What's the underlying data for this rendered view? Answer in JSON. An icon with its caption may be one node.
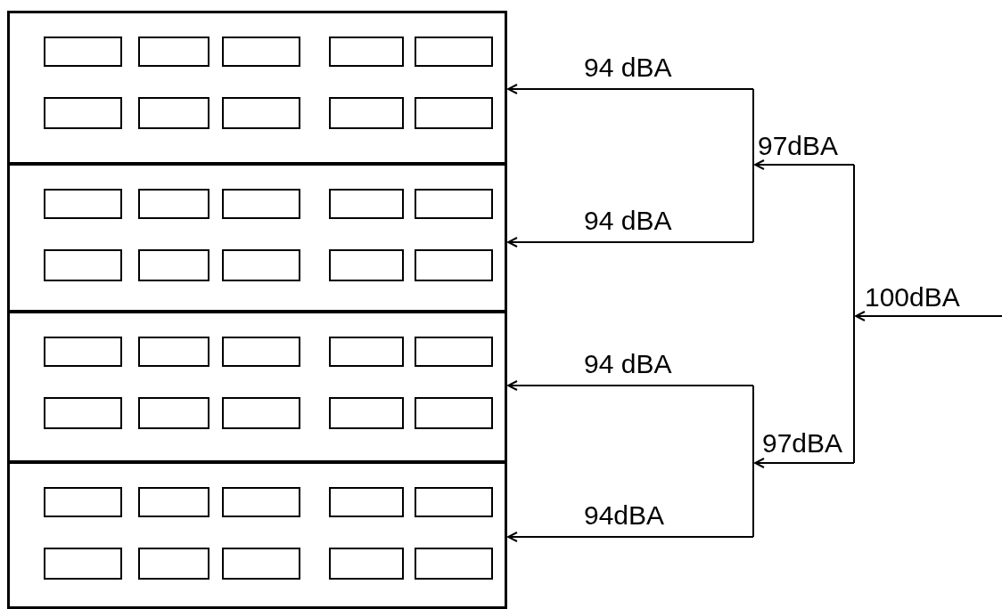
{
  "diagram": {
    "nodes": [
      {
        "text": [],
        "shape": "box"
      },
      {
        "text": [],
        "shape": "box"
      },
      {
        "text": [],
        "shape": "box"
      },
      {
        "text": [],
        "shape": "box"
      },
      {
        "text": [],
        "shape": "box",
        "in": 0
      },
      {
        "text": [],
        "shape": "box",
        "in": 0
      },
      {
        "text": [],
        "shape": "box",
        "in": 0
      },
      {
        "text": [],
        "shape": "box",
        "in": 0
      },
      {
        "text": [],
        "shape": "box",
        "in": 0
      },
      {
        "text": [],
        "shape": "box",
        "in": 0
      },
      {
        "text": [],
        "shape": "box",
        "in": 0
      },
      {
        "text": [],
        "shape": "box",
        "in": 0
      },
      {
        "text": [],
        "shape": "box",
        "in": 0
      },
      {
        "text": [],
        "shape": "box",
        "in": 0
      },
      {
        "text": [],
        "shape": "box",
        "in": 1
      },
      {
        "text": [],
        "shape": "box",
        "in": 1
      },
      {
        "text": [],
        "shape": "box",
        "in": 1
      },
      {
        "text": [],
        "shape": "box",
        "in": 1
      },
      {
        "text": [],
        "shape": "box",
        "in": 1
      },
      {
        "text": [],
        "shape": "box",
        "in": 1
      },
      {
        "text": [],
        "shape": "box",
        "in": 1
      },
      {
        "text": [],
        "shape": "box",
        "in": 1
      },
      {
        "text": [],
        "shape": "box",
        "in": 1
      },
      {
        "text": [],
        "shape": "box",
        "in": 1
      },
      {
        "text": [],
        "shape": "box",
        "in": 2
      },
      {
        "text": [],
        "shape": "box",
        "in": 2
      },
      {
        "text": [],
        "shape": "box",
        "in": 2
      },
      {
        "text": [],
        "shape": "box",
        "in": 2
      },
      {
        "text": [],
        "shape": "box",
        "in": 2
      },
      {
        "text": [],
        "shape": "box",
        "in": 2
      },
      {
        "text": [],
        "shape": "box",
        "in": 2
      },
      {
        "text": [],
        "shape": "box",
        "in": 2
      },
      {
        "text": [],
        "shape": "box",
        "in": 2
      },
      {
        "text": [],
        "shape": "box",
        "in": 2
      },
      {
        "text": [],
        "shape": "box",
        "in": 3
      },
      {
        "text": [],
        "shape": "box",
        "in": 3
      },
      {
        "text": [],
        "shape": "box",
        "in": 3
      },
      {
        "text": [],
        "shape": "box",
        "in": 3
      },
      {
        "text": [],
        "shape": "box",
        "in": 3
      },
      {
        "text": [],
        "shape": "box",
        "in": 3
      },
      {
        "text": [],
        "shape": "box",
        "in": 3
      },
      {
        "text": [],
        "shape": "box",
        "in": 3
      },
      {
        "text": [],
        "shape": "box",
        "in": 3
      },
      {
        "text": [],
        "shape": "box",
        "in": 3
      }
    ],
    "edges": [
      {
        "from": null,
        "to": 0,
        "label": "94 dBA",
        "arrow": "to"
      },
      {
        "from": null,
        "to": 1,
        "label": "94 dBA",
        "arrow": "to"
      },
      {
        "from": null,
        "to": 2,
        "label": "94 dBA",
        "arrow": "to"
      },
      {
        "from": null,
        "to": 3,
        "label": "94dBA",
        "arrow": "to"
      }
    ],
    "labels": [
      "97dBA",
      "100dBA",
      "97dBA"
    ]
  }
}
